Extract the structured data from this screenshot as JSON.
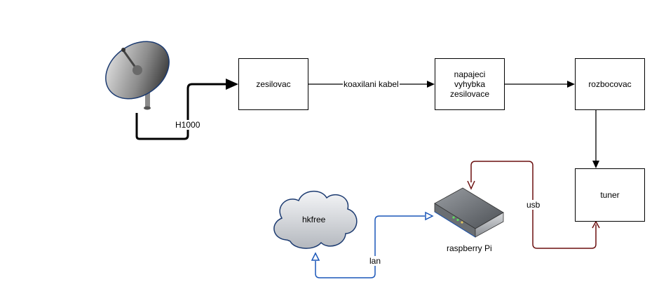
{
  "nodes": {
    "amplifier": "zesilovac",
    "power_switch": "napajeci\nvyhybka\nzesilovace",
    "splitter": "rozbocovac",
    "tuner": "tuner",
    "cloud": "hkfree",
    "raspberry": "raspberry Pi"
  },
  "edges": {
    "dish_to_amplifier": "H1000",
    "amplifier_to_switch": "koaxilani kabel",
    "raspberry_to_tuner": "usb",
    "cloud_to_raspberry": "lan"
  },
  "colors": {
    "black_link": "#000000",
    "usb_link": "#6b0f0f",
    "lan_link": "#1a56b8",
    "cloud_fill": "#c8ccd2",
    "device_body": "#707478"
  }
}
